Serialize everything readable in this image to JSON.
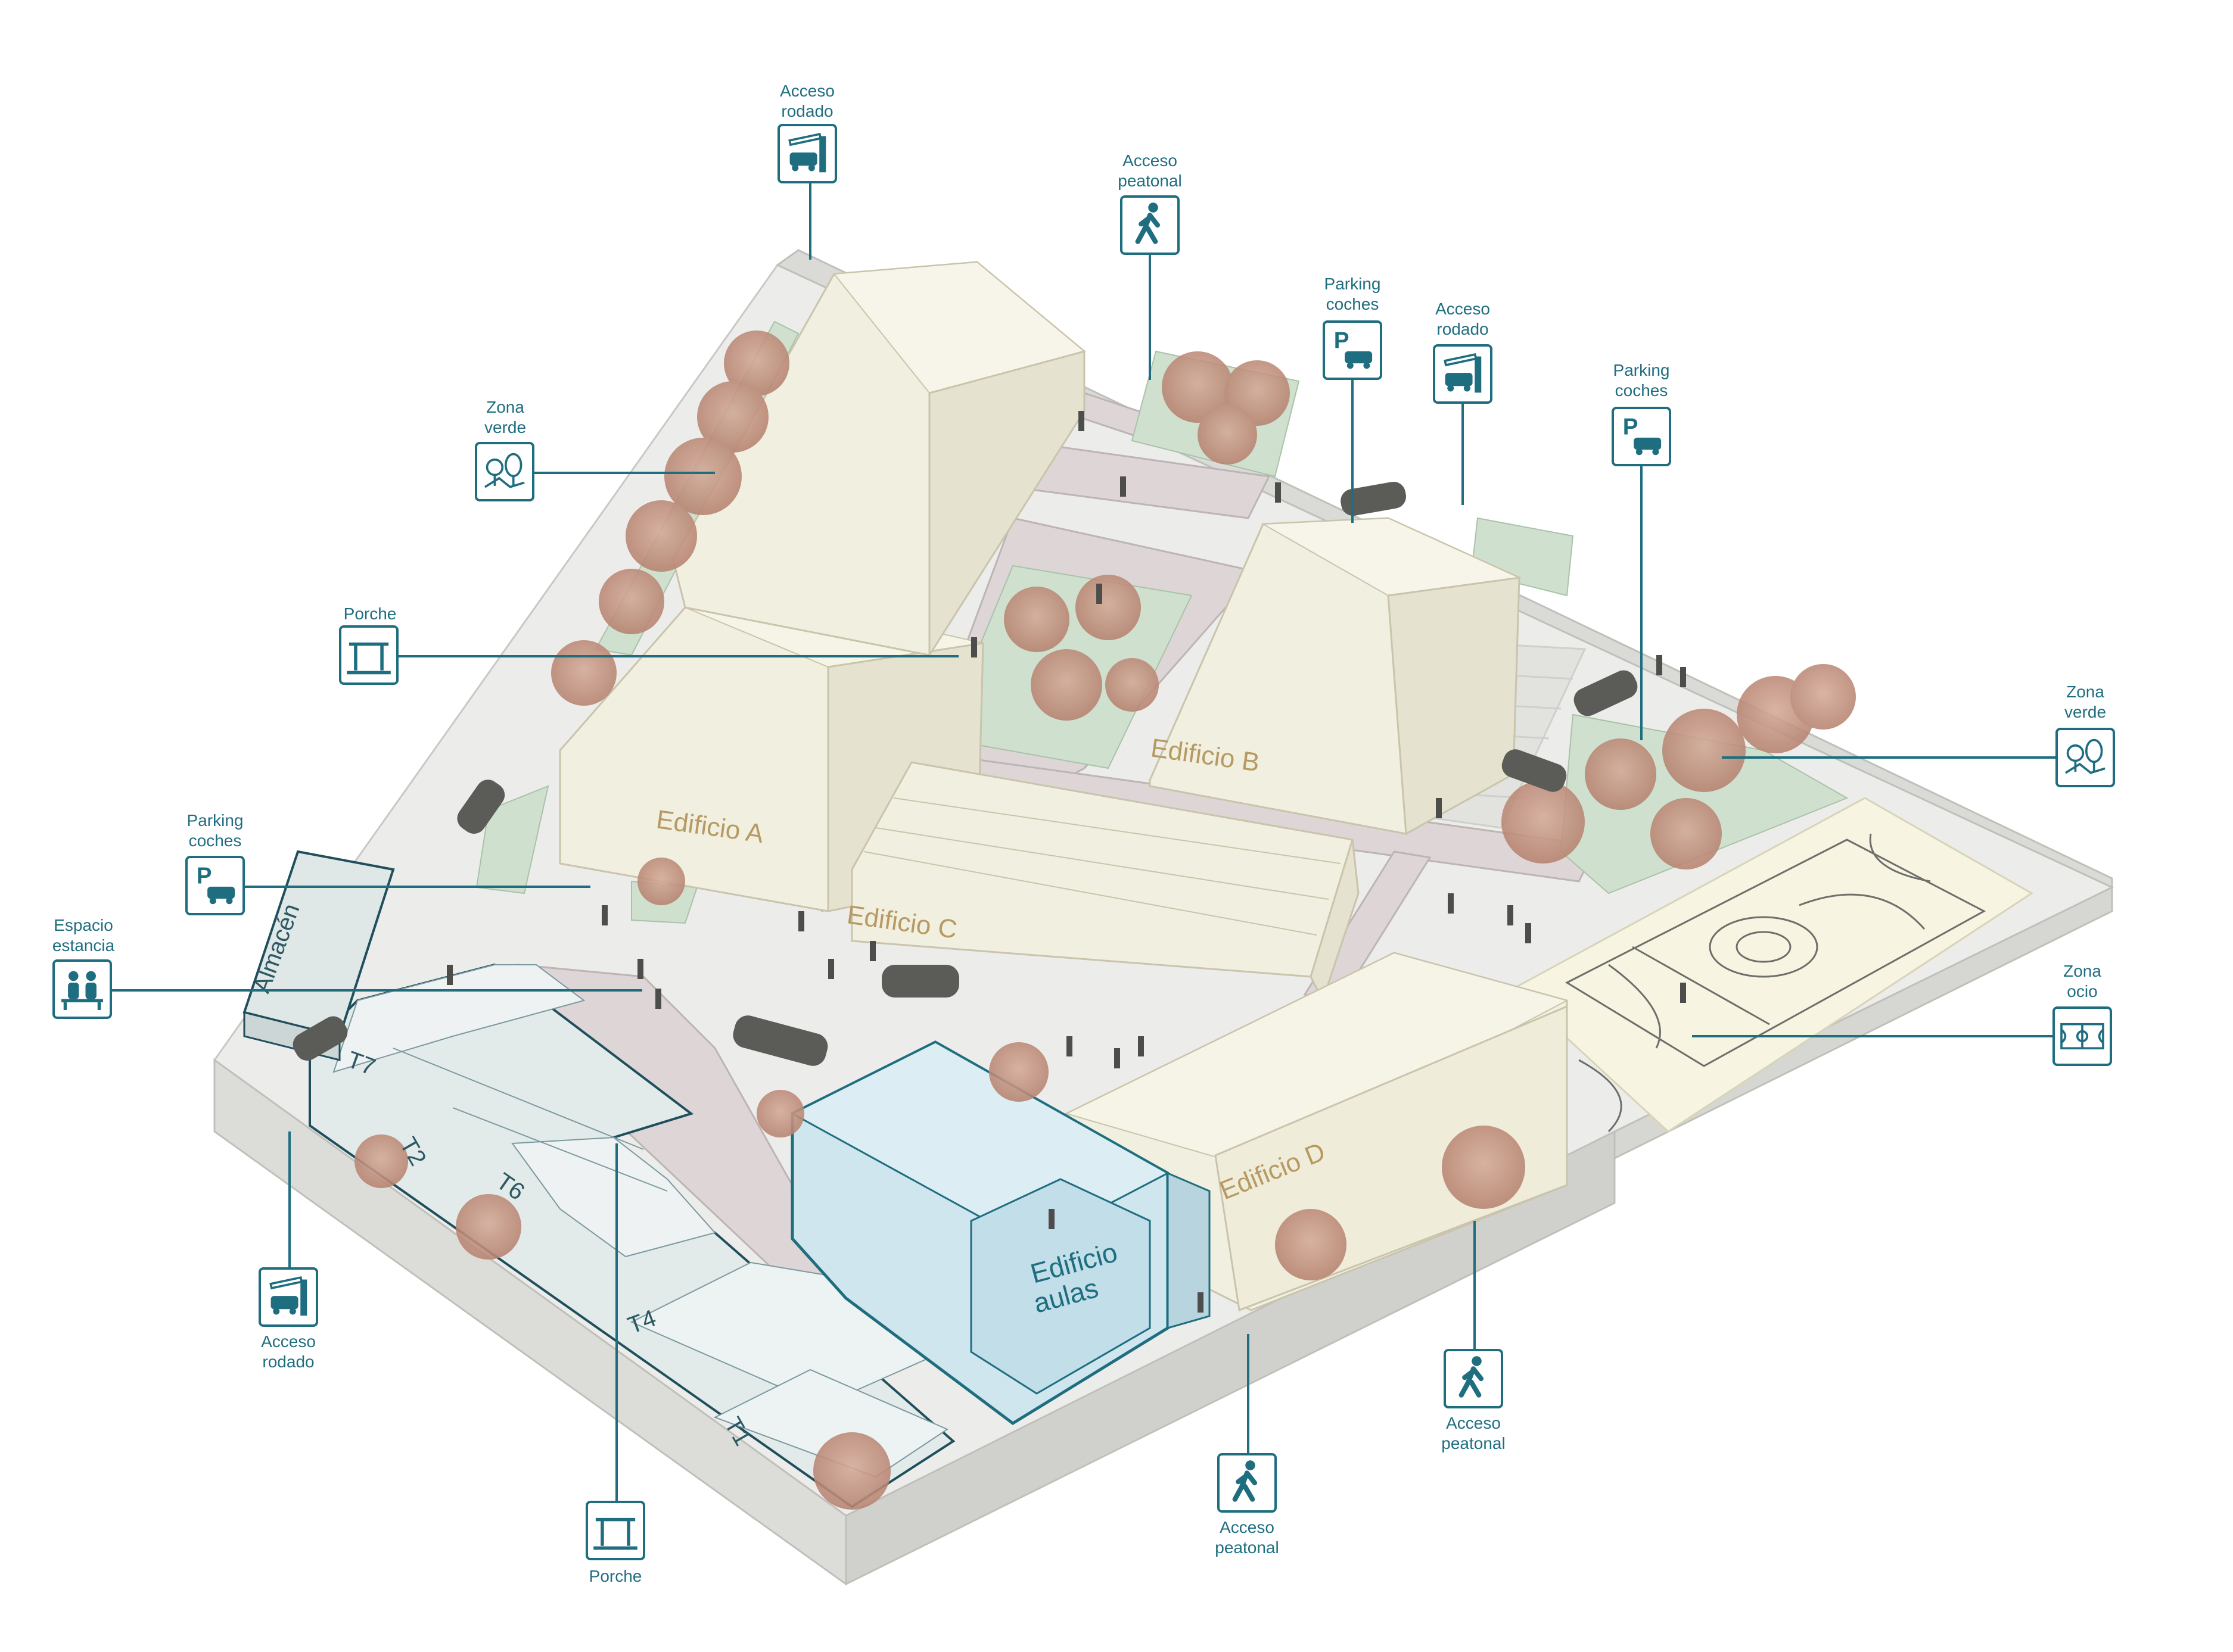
{
  "buildings": {
    "a": "Edificio A",
    "b": "Edificio B",
    "c": "Edificio C",
    "d": "Edificio D",
    "aulas_line1": "Edificio",
    "aulas_line2": "aulas",
    "almacen": "Almacén"
  },
  "tall_labels": {
    "t1": "T1",
    "t2": "T2",
    "t4": "T4",
    "t6": "T6",
    "t7": "T7"
  },
  "callouts": {
    "acceso_rodado_top": {
      "line1": "Acceso",
      "line2": "rodado",
      "icon": "car-gate-icon"
    },
    "acceso_peatonal_top": {
      "line1": "Acceso",
      "line2": "peatonal",
      "icon": "pedestrian-icon"
    },
    "parking_top": {
      "line1": "Parking",
      "line2": "coches",
      "icon": "parking-icon"
    },
    "acceso_rodado_right": {
      "line1": "Acceso",
      "line2": "rodado",
      "icon": "car-gate-icon"
    },
    "parking_right": {
      "line1": "Parking",
      "line2": "coches",
      "icon": "parking-icon"
    },
    "zona_verde_left": {
      "line1": "Zona",
      "line2": "verde",
      "icon": "trees-icon"
    },
    "porche_left": {
      "line1": "Porche",
      "icon": "porch-icon"
    },
    "parking_left": {
      "line1": "Parking",
      "line2": "coches",
      "icon": "parking-icon"
    },
    "espacio_estancia": {
      "line1": "Espacio",
      "line2": "estancia",
      "icon": "bench-people-icon"
    },
    "zona_verde_right": {
      "line1": "Zona",
      "line2": "verde",
      "icon": "trees-icon"
    },
    "zona_ocio": {
      "line1": "Zona",
      "line2": "ocio",
      "icon": "sports-court-icon"
    },
    "acceso_rodado_bottom": {
      "line1": "Acceso",
      "line2": "rodado",
      "icon": "car-gate-icon"
    },
    "porche_bottom": {
      "line1": "Porche",
      "icon": "porch-icon"
    },
    "acceso_peatonal_bottom_mid": {
      "line1": "Acceso",
      "line2": "peatonal",
      "icon": "pedestrian-icon"
    },
    "acceso_peatonal_bottom_right": {
      "line1": "Acceso",
      "line2": "peatonal",
      "icon": "pedestrian-icon"
    }
  },
  "colors": {
    "accent": "#1f6e80",
    "building_cream": "#f1efdf",
    "building_cream_side": "#e5e2cf",
    "building_label": "#b79a63",
    "aulas_fill": "#cfe6ee",
    "taller_fill": "#e3eaea",
    "ground": "#e9e9e7",
    "path_pink": "#ddd5d6",
    "tree": "#c89a8a",
    "grass": "#cfe0cf",
    "court": "#f7f5e2"
  }
}
